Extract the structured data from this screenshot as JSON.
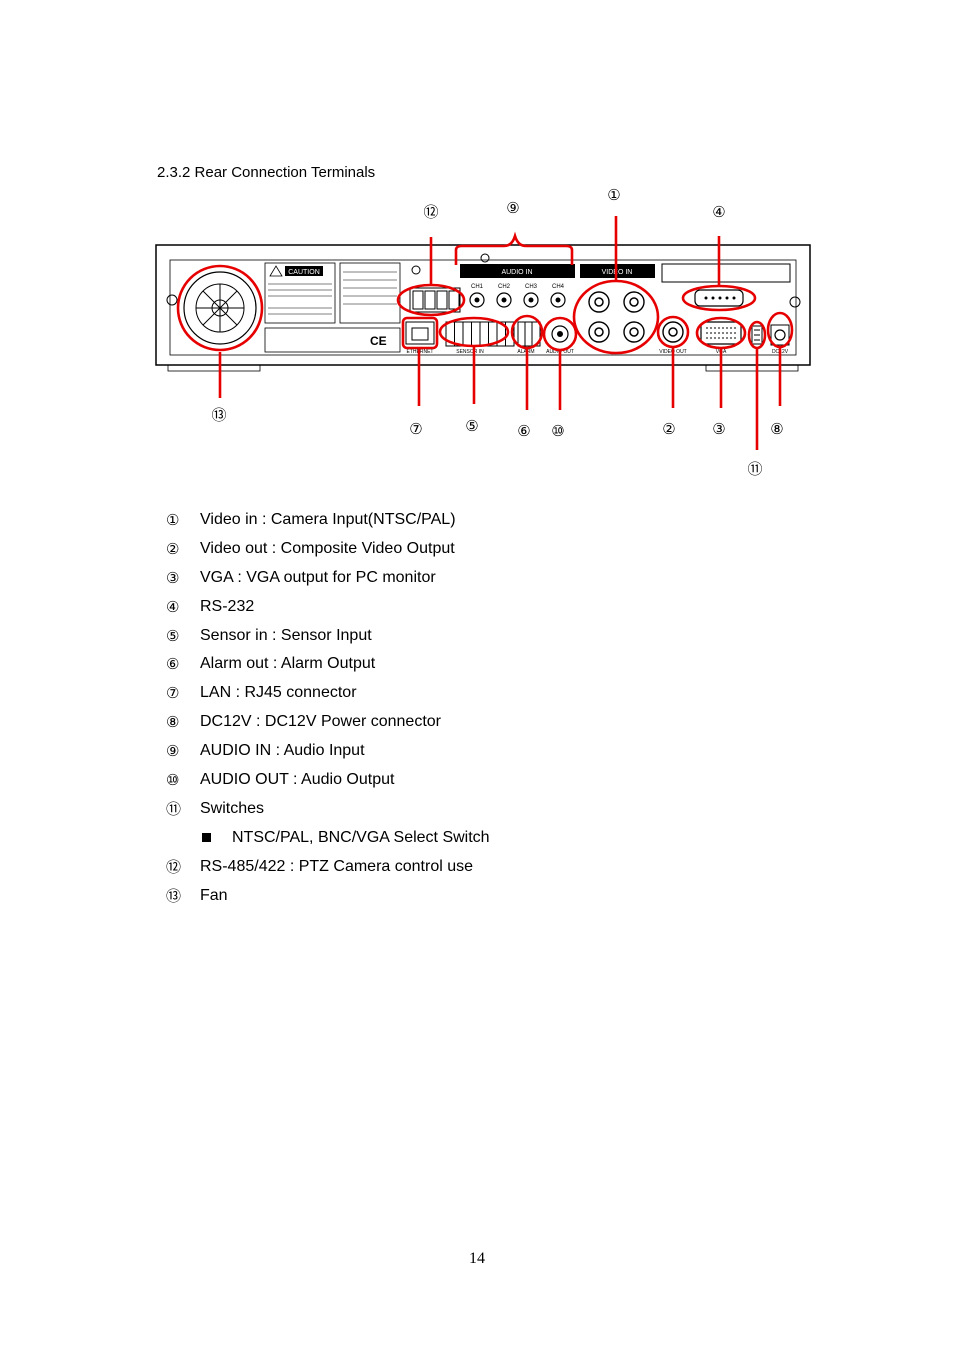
{
  "heading": "2.3.2 Rear Connection Terminals",
  "callouts": [
    {
      "id": "c1",
      "label": "①"
    },
    {
      "id": "c2",
      "label": "②"
    },
    {
      "id": "c3",
      "label": "③"
    },
    {
      "id": "c4",
      "label": "④"
    },
    {
      "id": "c5",
      "label": "⑤"
    },
    {
      "id": "c6",
      "label": "⑥"
    },
    {
      "id": "c7",
      "label": "⑦"
    },
    {
      "id": "c8",
      "label": "⑧"
    },
    {
      "id": "c9",
      "label": "⑨"
    },
    {
      "id": "c10",
      "label": "⑩"
    },
    {
      "id": "c11",
      "label": "⑪"
    },
    {
      "id": "c12",
      "label": "⑫"
    },
    {
      "id": "c13",
      "label": "⑬"
    }
  ],
  "panel_labels": {
    "caution": "CAUTION",
    "audio_in": "AUDIO IN",
    "video_in": "VIDEO IN",
    "ch1": "CH1",
    "ch2": "CH2",
    "ch3": "CH3",
    "ch4": "CH4",
    "ethernet": "ETHERNET",
    "sensor_in": "SENSOR IN",
    "alarm": "ALARM",
    "audio_out": "AUDIO OUT",
    "video_out": "VIDEO OUT",
    "vga": "VGA",
    "dc12v": "DC12V",
    "ce": "CE"
  },
  "items": [
    {
      "num": "①",
      "text": "Video in : Camera Input(NTSC/PAL)"
    },
    {
      "num": "②",
      "text": "Video out : Composite Video Output"
    },
    {
      "num": "③",
      "text": "VGA : VGA output for PC monitor"
    },
    {
      "num": "④",
      "text": "RS-232"
    },
    {
      "num": "⑤",
      "text": "Sensor in : Sensor Input"
    },
    {
      "num": "⑥",
      "text": "Alarm out : Alarm Output"
    },
    {
      "num": "⑦",
      "text": "LAN : RJ45 connector"
    },
    {
      "num": "⑧",
      "text": "DC12V : DC12V Power connector"
    },
    {
      "num": "⑨",
      "text": "AUDIO IN : Audio Input"
    },
    {
      "num": "⑩",
      "text": "AUDIO OUT : Audio Output"
    },
    {
      "num": "⑪",
      "text": "Switches"
    },
    {
      "num": "",
      "text": "NTSC/PAL, BNC/VGA Select Switch",
      "sub": true
    },
    {
      "num": "⑫",
      "text": "RS-485/422 : PTZ Camera control use"
    },
    {
      "num": "⑬",
      "text": "Fan"
    }
  ],
  "page_number": "14",
  "colors": {
    "highlight": "#e60000",
    "ink": "#000000"
  }
}
